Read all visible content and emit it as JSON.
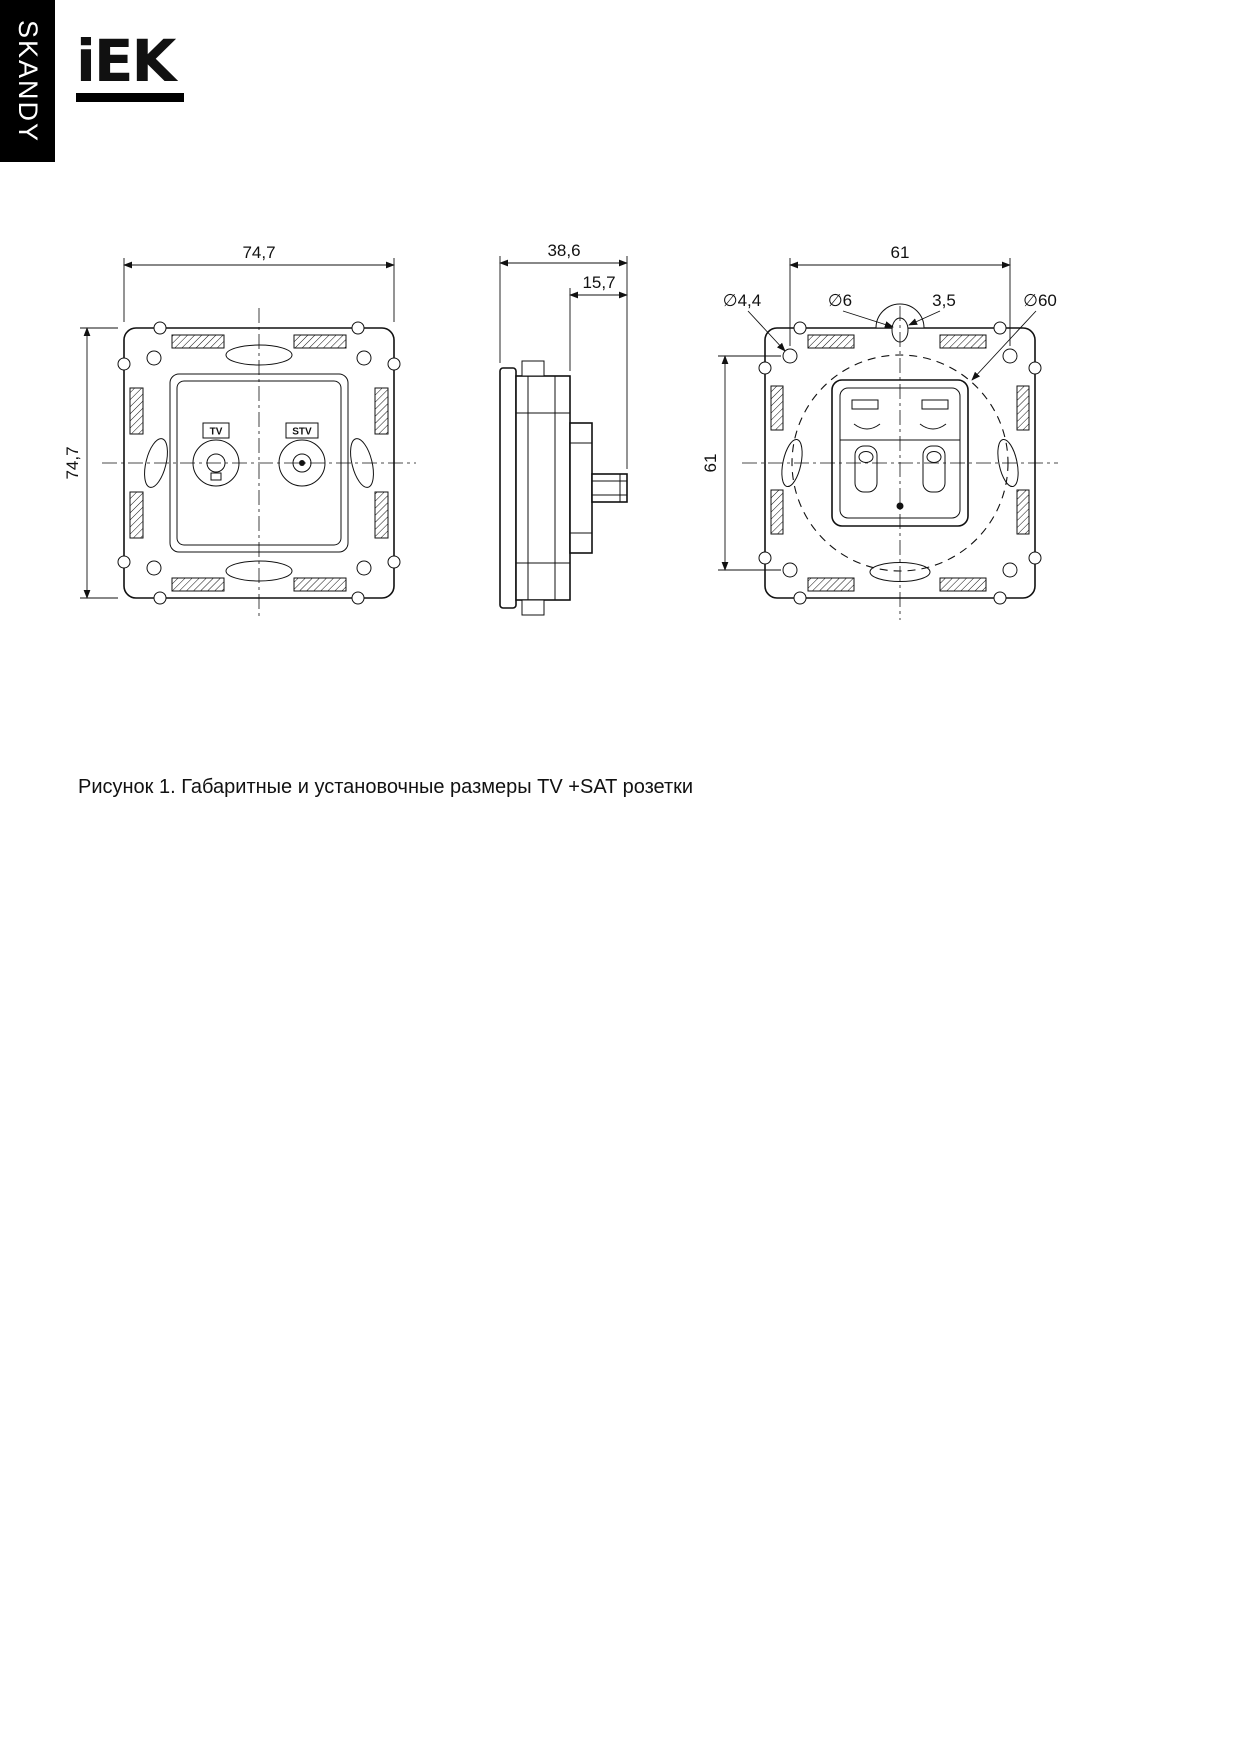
{
  "page": {
    "brand_vertical": "SKANDY",
    "logo_text": "iEK",
    "caption": "Рисунок 1. Габаритные и установочные размеры TV +SAT розетки"
  },
  "front_view": {
    "width": "74,7",
    "height": "74,7",
    "tv_label": "TV",
    "stv_label": "STV"
  },
  "side_view": {
    "depth": "38,6",
    "front_depth": "15,7"
  },
  "back_view": {
    "width": "61",
    "height": "61",
    "hole_diameter": "∅4,4",
    "slot_diameter": "∅6",
    "slot_width": "3,5",
    "install_diameter": "∅60"
  }
}
